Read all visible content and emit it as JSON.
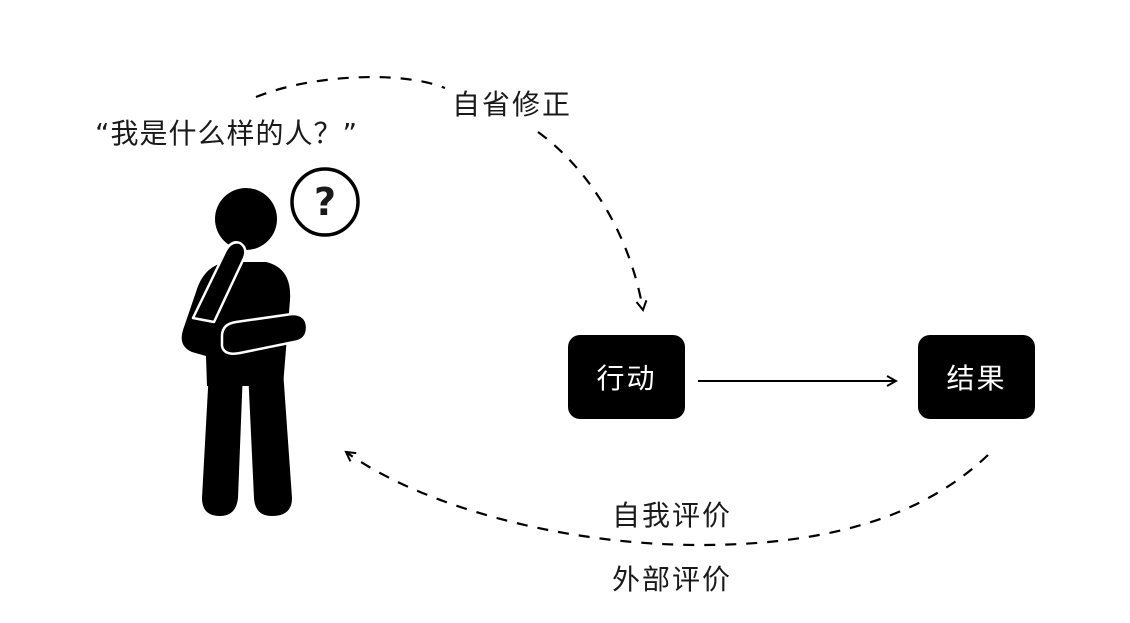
{
  "question_quote": "“我是什么样的人？”",
  "question_mark": "?",
  "nodes": {
    "action": "行动",
    "result": "结果"
  },
  "labels": {
    "reflect": "自省修正",
    "self_eval": "自我评价",
    "external_eval": "外部评价"
  },
  "colors": {
    "ink": "#000000",
    "text": "#1a1a1a",
    "background": "#ffffff"
  }
}
